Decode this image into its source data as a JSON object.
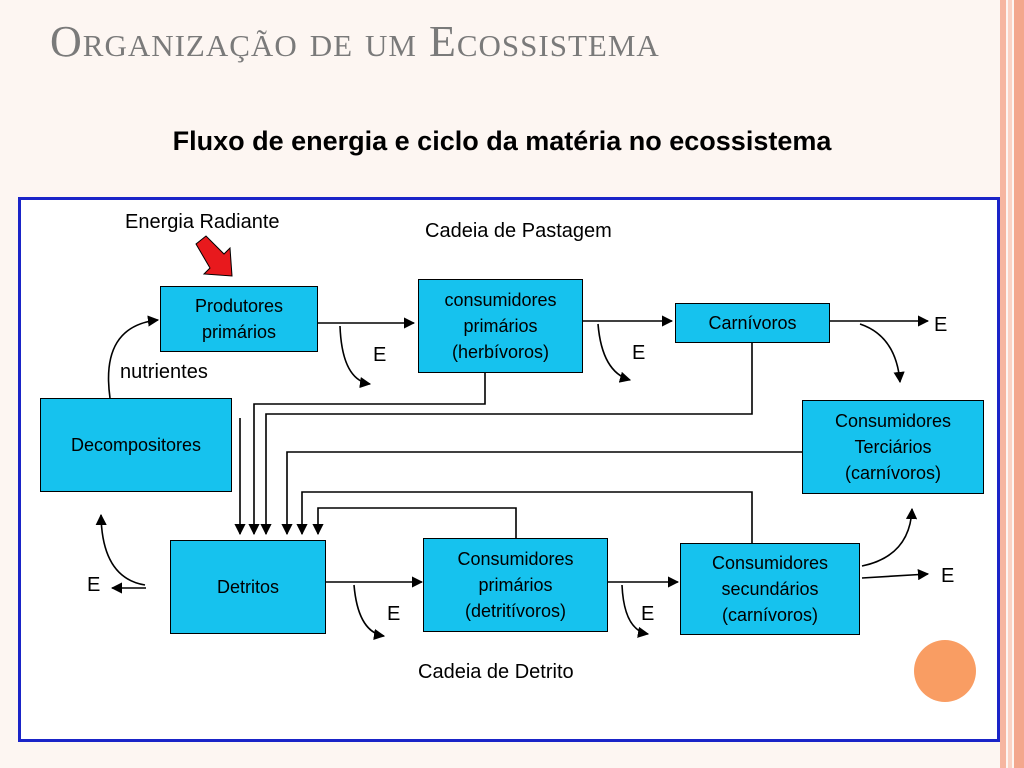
{
  "slide": {
    "title": "Organização de um Ecossistema",
    "subtitle": "Fluxo de energia  e ciclo da matéria no ecossistema"
  },
  "diagram": {
    "labels": {
      "energy": "Energia Radiante",
      "grazing_chain": "Cadeia de Pastagem",
      "detritus_chain": "Cadeia de Detrito",
      "nutrients": "nutrientes",
      "energy_loss": "E"
    },
    "boxes": {
      "producers": "Produtores\nprimários",
      "primary_herbivores": "consumidores\nprimários\n(herbívoros)",
      "carnivores": "Carnívoros",
      "tertiary": "Consumidores\nTerciários\n(carnívoros)",
      "decomposers": "Decompositores",
      "detritus": "Detritos",
      "primary_detritivores": "Consumidores\nprimários\n(detritívoros)",
      "secondary": "Consumidores\nsecundários\n(carnívoros)"
    }
  },
  "colors": {
    "box_fill": "#16c2ee",
    "frame": "#1a24c8",
    "energy_arrow": "#e8191d",
    "accent_dot": "#f99d63"
  }
}
